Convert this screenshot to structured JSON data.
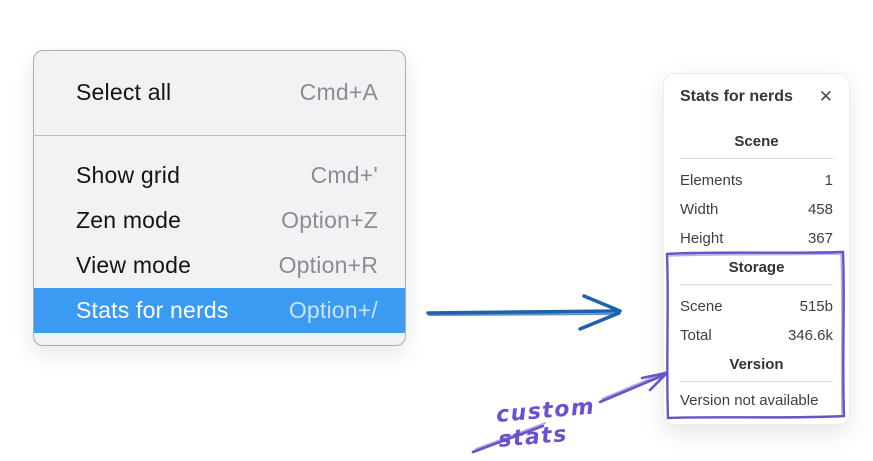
{
  "menu": {
    "sections": [
      {
        "items": [
          {
            "label": "Select all",
            "shortcut": "Cmd+A"
          }
        ]
      },
      {
        "items": [
          {
            "label": "Show grid",
            "shortcut": "Cmd+'"
          },
          {
            "label": "Zen mode",
            "shortcut": "Option+Z"
          },
          {
            "label": "View mode",
            "shortcut": "Option+R"
          },
          {
            "label": "Stats for nerds",
            "shortcut": "Option+/",
            "highlighted": true
          }
        ]
      }
    ]
  },
  "panel": {
    "title": "Stats for nerds",
    "close_icon": "✕",
    "sections": [
      {
        "heading": "Scene",
        "rows": [
          {
            "label": "Elements",
            "value": "1"
          },
          {
            "label": "Width",
            "value": "458"
          },
          {
            "label": "Height",
            "value": "367"
          }
        ]
      },
      {
        "heading": "Storage",
        "rows": [
          {
            "label": "Scene",
            "value": "515b"
          },
          {
            "label": "Total",
            "value": "346.6k"
          }
        ]
      },
      {
        "heading": "Version",
        "rows": [],
        "note": "Version not available"
      }
    ]
  },
  "annotation": {
    "label": "custom stats"
  },
  "colors": {
    "menu_highlight": "#3b9af2",
    "flow_arrow_blue": "#1e62ac",
    "annotation_purple": "#6c4fd0"
  }
}
